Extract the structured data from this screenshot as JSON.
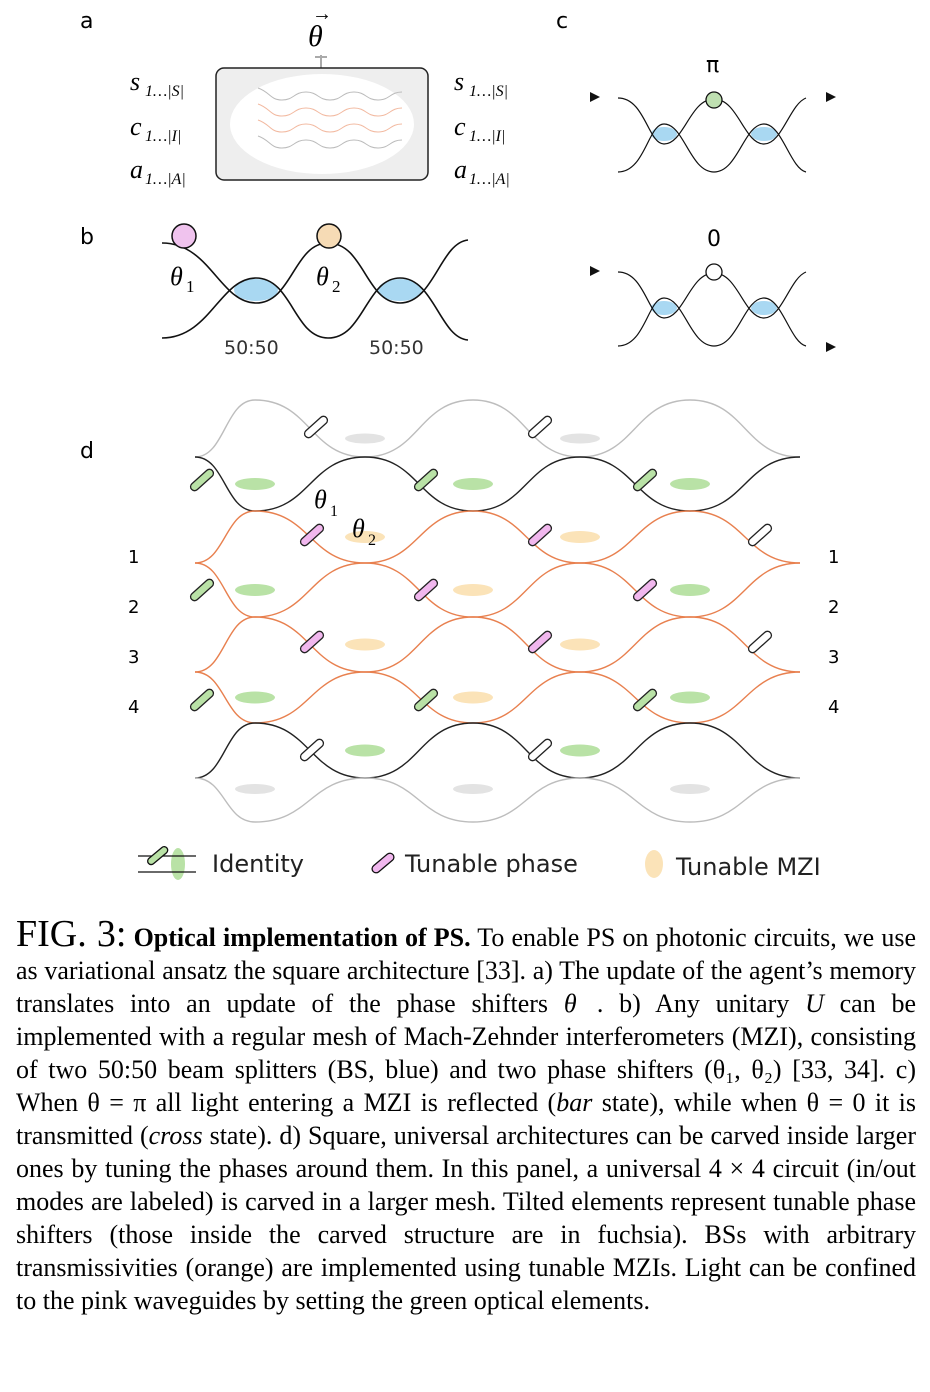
{
  "panels": {
    "a": {
      "label": "a",
      "theta_label": "θ",
      "left_inputs": [
        "s",
        "c",
        "a"
      ],
      "left_subs": [
        "1…|S|",
        "1…|I|",
        "1…|A|"
      ],
      "right_outputs": [
        "s",
        "c",
        "a"
      ],
      "right_subs": [
        "1…|S|",
        "1…|I|",
        "1…|A|"
      ]
    },
    "b": {
      "label": "b",
      "theta1": "θ",
      "theta1_sub": "1",
      "theta2": "θ",
      "theta2_sub": "2",
      "bs1": "50:50",
      "bs2": "50:50"
    },
    "c": {
      "label": "c",
      "top_value": "π",
      "bottom_value": "0"
    },
    "d": {
      "label": "d",
      "theta1": "θ",
      "theta1_sub": "1",
      "theta2": "θ",
      "theta2_sub": "2",
      "left_modes": [
        "1",
        "2",
        "3",
        "4"
      ],
      "right_modes": [
        "1",
        "2",
        "3",
        "4"
      ]
    }
  },
  "legend": {
    "identity": "Identity",
    "tunable_phase": "Tunable phase",
    "tunable_mzi": "Tunable MZI"
  },
  "colors": {
    "beam_splitter": "#a9d8f2",
    "identity_green": "#b9e2a6",
    "phase_fuchsia": "#f1b7ee",
    "mzi_orange": "#fbe3b8",
    "waveguide_orange": "#e8804f",
    "phase_pink_node": "#f0c3ee",
    "phase_tan_node": "#f6dbb5",
    "pi_node": "#bfe0b1"
  },
  "caption": {
    "fig_label": "FIG. 3:",
    "title": "Optical implementation of PS.",
    "s1": "To enable PS on photonic circuits, we use as variational ansatz the square architecture [33]. a) The update of the agent’s memory translates into an update of the phase shifters",
    "s1_math": "θ⃗",
    "s2": ". b) Any unitary",
    "s2_math": "U",
    "s3": "can be implemented with a regular mesh of Mach-Zehnder interferometers (MZI), consisting of two 50:50 beam splitters (BS, blue) and two phase shifters (θ₁, θ₂) [33, 34]. c) When θ = π all light entering a MZI is reflected (",
    "s3_em": "bar",
    "s4": "state), while when θ = 0 it is transmitted (",
    "s4_em": "cross",
    "s5": "state). d) Square, universal architectures can be carved inside larger ones by tuning the phases around them. In this panel, a universal 4 × 4 circuit (in/out modes are labeled) is carved in a larger mesh. Tilted elements represent tunable phase shifters (those inside the carved structure are in fuchsia). BSs with arbitrary transmissivities (orange) are implemented using tunable MZIs. Light can be confined to the pink waveguides by setting the green optical elements."
  }
}
